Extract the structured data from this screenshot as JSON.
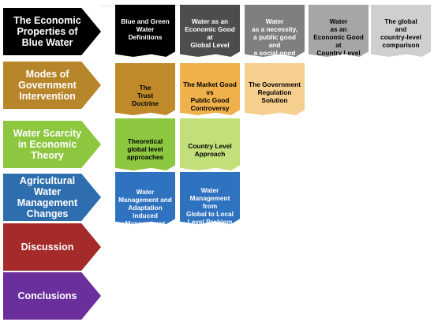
{
  "categories": [
    {
      "label": "The Economic Properties of Blue Water",
      "color": "#000000"
    },
    {
      "label": "Modes of Government Intervention",
      "color": "#b8862a"
    },
    {
      "label": "Water Scarcity in Economic Theory",
      "color": "#8dc63f"
    },
    {
      "label": "Agricultural Water Management Changes",
      "color": "#2e6eae"
    },
    {
      "label": "Discussion",
      "color": "#a52a2a"
    },
    {
      "label": "Conclusions",
      "color": "#6a2f9c"
    }
  ],
  "cards": {
    "row1": [
      "Blue and Green\nWater\nDefinitions",
      "Water as an\nEconomic Good at\nGlobal Level",
      "Water\nas a necessity,\na public good\nand\na social good",
      "Water\nas an\nEconomic Good\nat\nCountry Level",
      "The global\nand\ncountry-level\ncomparison"
    ],
    "row2": [
      "The\nTrust\nDoctrine",
      "The Market Good\nvs\nPublic Good\nControversy",
      "The Government\nRegulation\nSolution"
    ],
    "row3": [
      "Theoretical\nglobal level\napproaches",
      "Country Level\nApproach"
    ],
    "row4": [
      "Water\nManagement and\nAdaptation induced\nManagement\nChanges",
      "Water\nManagement from\nGlobal to Local\nLevel Problem\nResolution"
    ]
  }
}
